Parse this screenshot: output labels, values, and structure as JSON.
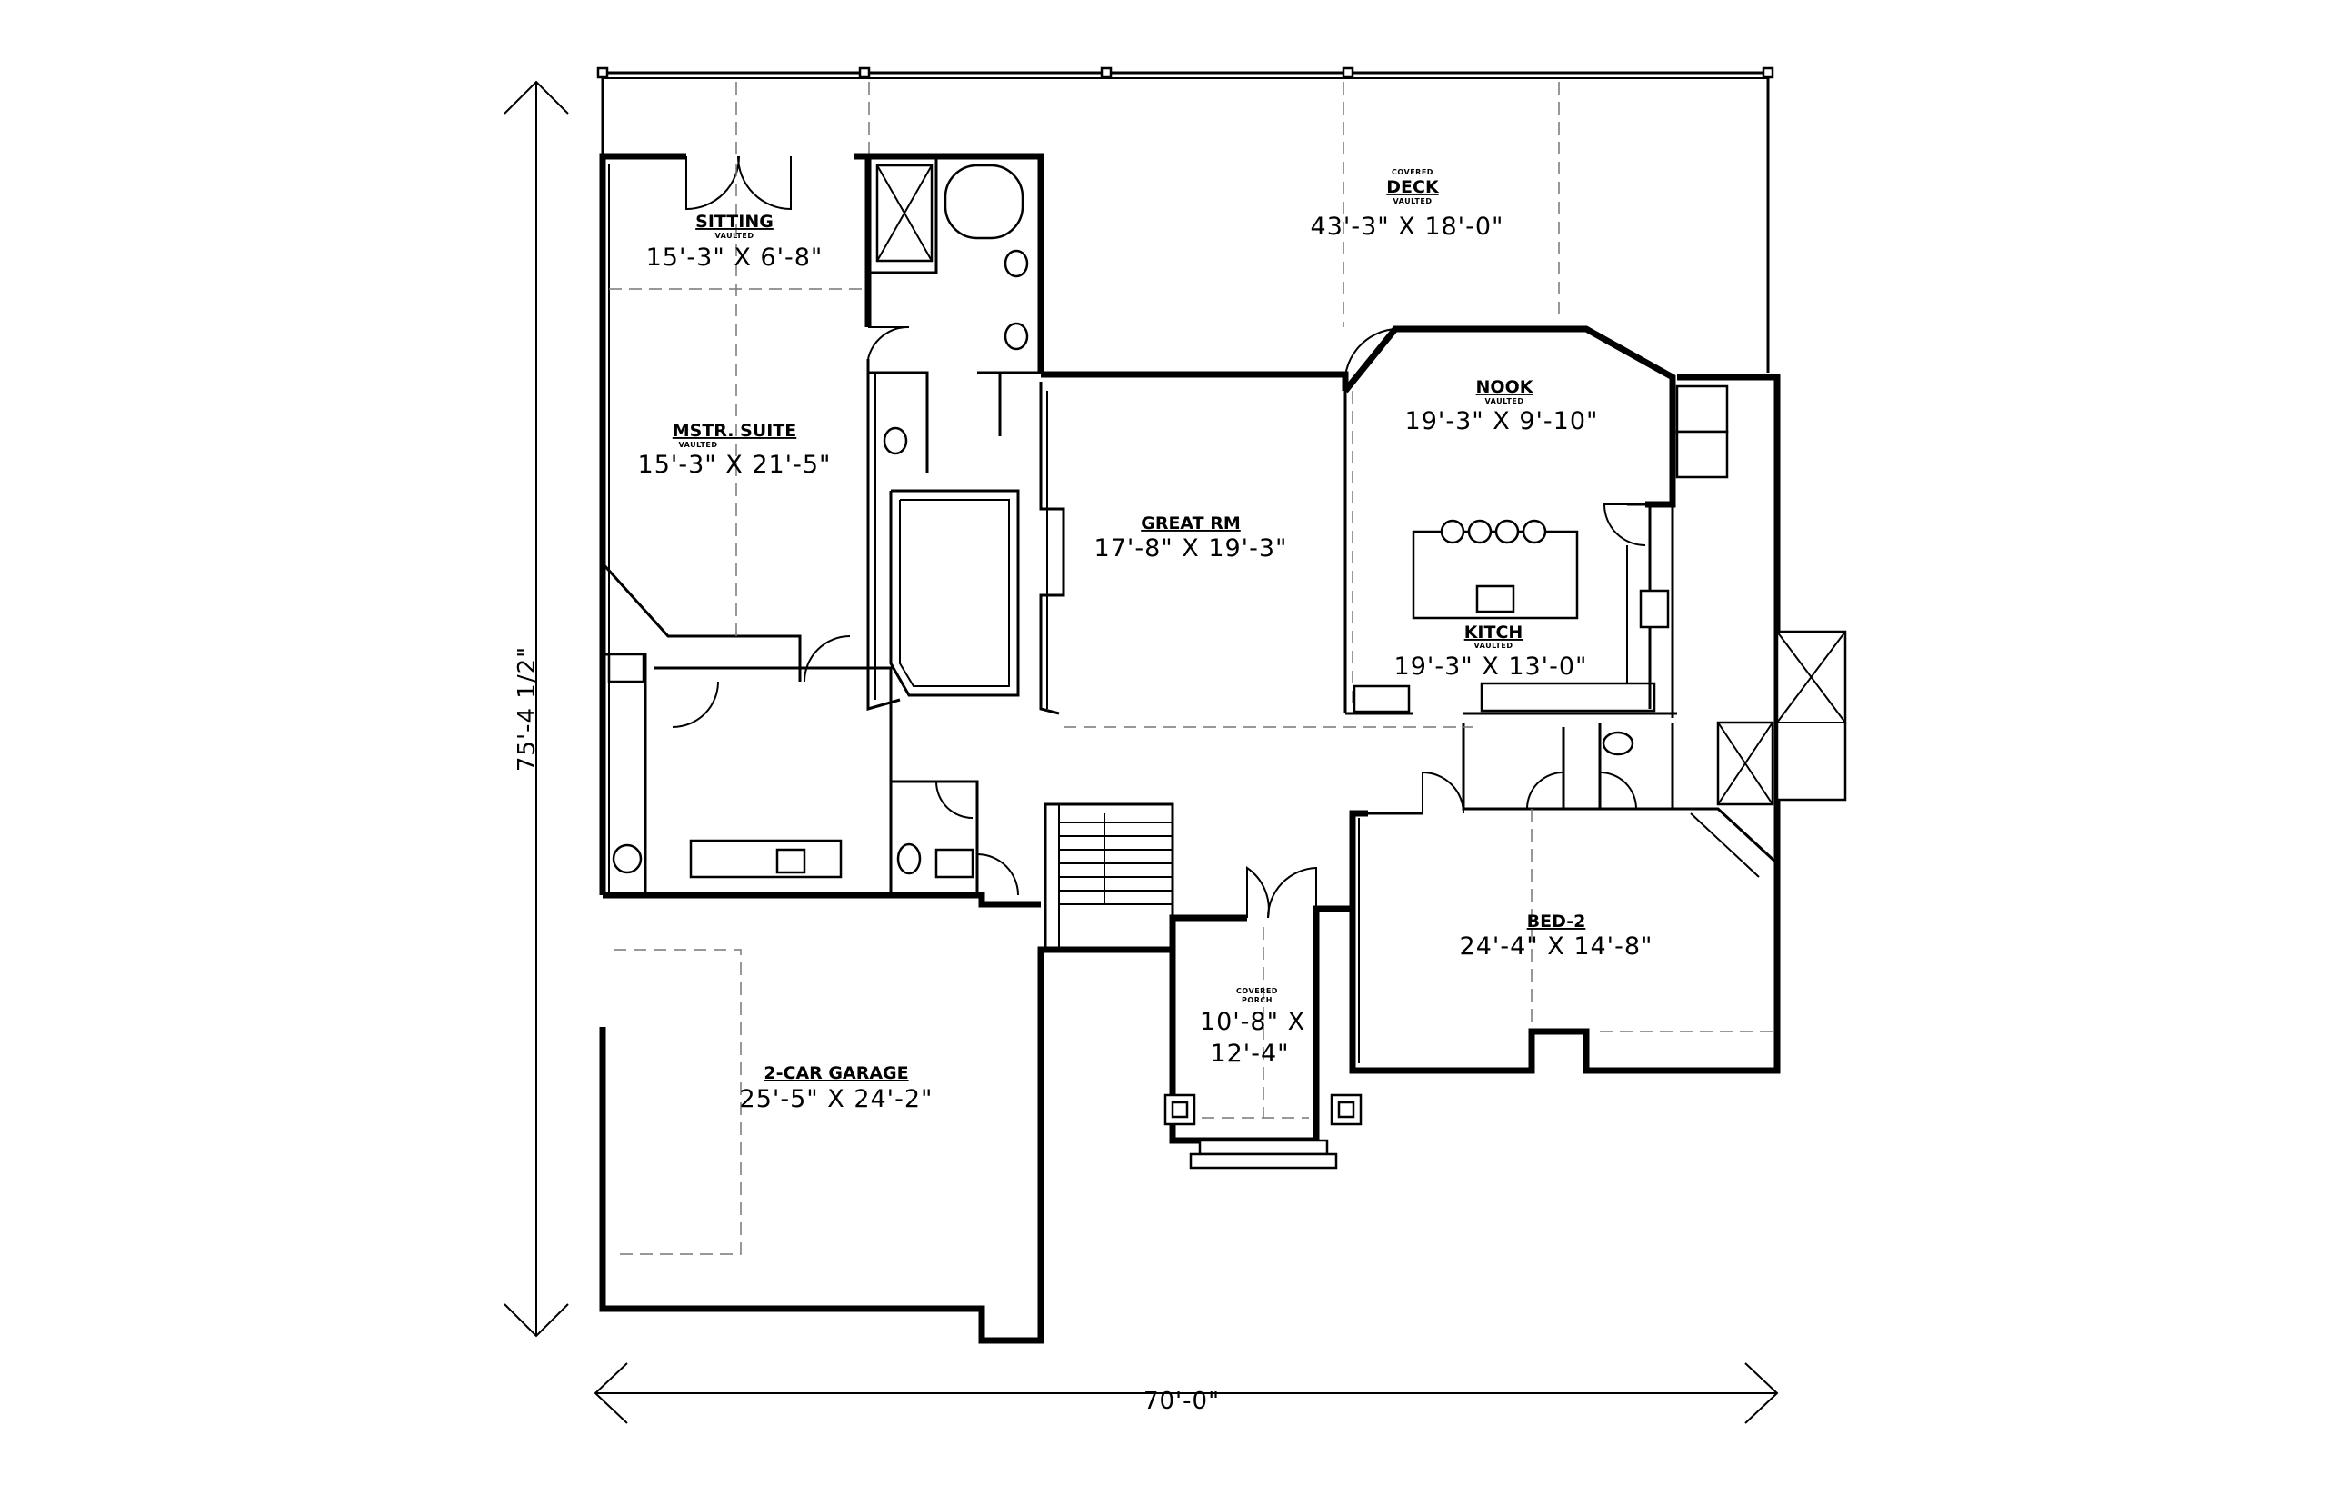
{
  "overall": {
    "width": "70'-0\"",
    "depth": "75'-4 1/2\""
  },
  "rooms": {
    "deck": {
      "name": "DECK",
      "top": "COVERED",
      "sub": "VAULTED",
      "dims": "43'-3\" X 18'-0\""
    },
    "sitting": {
      "name": "SITTING",
      "sub": "VAULTED",
      "dims": "15'-3\" X 6'-8\""
    },
    "master": {
      "name": "MSTR. SUITE",
      "sub": "VAULTED",
      "dims": "15'-3\" X 21'-5\""
    },
    "great": {
      "name": "GREAT RM",
      "dims": "17'-8\" X 19'-3\""
    },
    "nook": {
      "name": "NOOK",
      "sub": "VAULTED",
      "dims": "19'-3\" X 9'-10\""
    },
    "kitchen": {
      "name": "KITCH",
      "sub": "VAULTED",
      "dims": "19'-3\" X 13'-0\""
    },
    "bed2": {
      "name": "BED-2",
      "dims": "24'-4\" X 14'-8\""
    },
    "porch": {
      "name": "PORCH",
      "top": "COVERED",
      "dims1": "10'-8\" X",
      "dims2": "12'-4\""
    },
    "garage": {
      "name": "2-CAR GARAGE",
      "dims": "25'-5\" X 24'-2\""
    }
  }
}
